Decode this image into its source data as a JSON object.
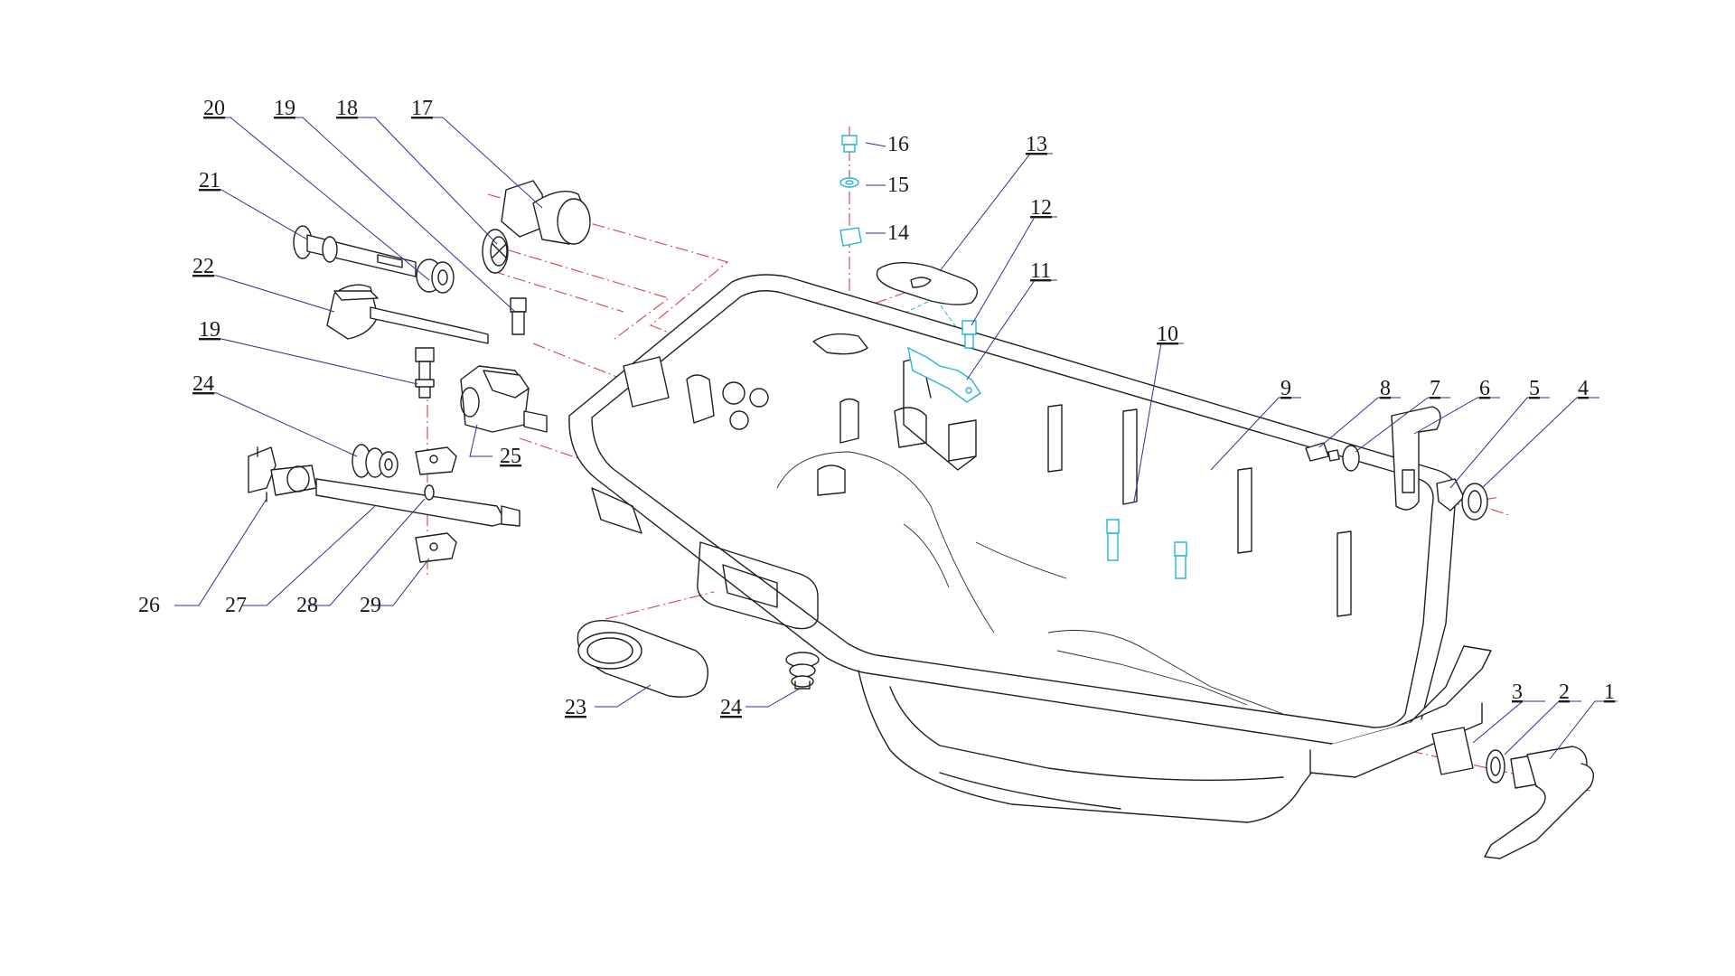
{
  "callouts": [
    {
      "id": "c1",
      "label": "1"
    },
    {
      "id": "c2",
      "label": "2"
    },
    {
      "id": "c3",
      "label": "3"
    },
    {
      "id": "c4",
      "label": "4"
    },
    {
      "id": "c5",
      "label": "5"
    },
    {
      "id": "c6",
      "label": "6"
    },
    {
      "id": "c7",
      "label": "7"
    },
    {
      "id": "c8",
      "label": "8"
    },
    {
      "id": "c9",
      "label": "9"
    },
    {
      "id": "c10",
      "label": "10"
    },
    {
      "id": "c11",
      "label": "11"
    },
    {
      "id": "c12",
      "label": "12"
    },
    {
      "id": "c13",
      "label": "13"
    },
    {
      "id": "c14",
      "label": "14"
    },
    {
      "id": "c15",
      "label": "15"
    },
    {
      "id": "c16",
      "label": "16"
    },
    {
      "id": "c17",
      "label": "17"
    },
    {
      "id": "c18",
      "label": "18"
    },
    {
      "id": "c19a",
      "label": "19"
    },
    {
      "id": "c19b",
      "label": "19"
    },
    {
      "id": "c20",
      "label": "20"
    },
    {
      "id": "c21",
      "label": "21"
    },
    {
      "id": "c22",
      "label": "22"
    },
    {
      "id": "c23",
      "label": "23"
    },
    {
      "id": "c24a",
      "label": "24"
    },
    {
      "id": "c24b",
      "label": "24"
    },
    {
      "id": "c25",
      "label": "25"
    },
    {
      "id": "c26",
      "label": "26"
    },
    {
      "id": "c27",
      "label": "27"
    },
    {
      "id": "c28",
      "label": "28"
    },
    {
      "id": "c29",
      "label": "29"
    }
  ],
  "colors": {
    "part_outline": "#1f1f1f",
    "leader_line": "#2a3290",
    "assembly_centerline": "#d9404a",
    "highlighted_fastener": "#22b7d8",
    "background": "#ffffff"
  }
}
